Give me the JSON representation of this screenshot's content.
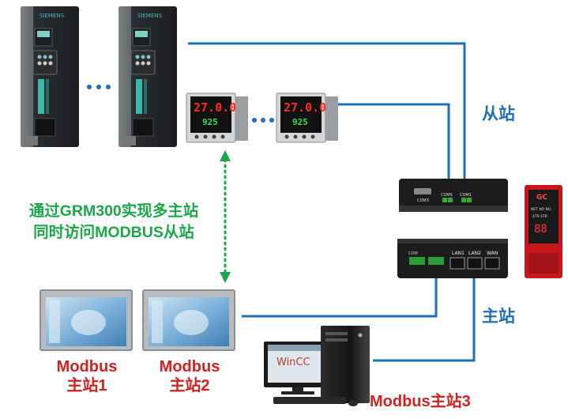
{
  "labels": {
    "slave_station": "从站",
    "master_station": "主站",
    "note_line1": "通过GRM300实现多主站",
    "note_line2": "同时访问MODBUS从站",
    "master1_line1": "Modbus",
    "master1_line2": "主站1",
    "master2_line1": "Modbus",
    "master2_line2": "主站2",
    "master3": "Modbus主站3"
  },
  "devices": {
    "drive_brand": "SIEMENS",
    "controller_pv": "27.0.0",
    "controller_sv": "925",
    "gateway_ports_top": [
      "COM3",
      "COM5",
      "COM1"
    ],
    "gateway_ports_bottom": [
      "LAN1",
      "LAN2",
      "WAN"
    ],
    "pc_screen_text": "WinCC",
    "indicator_brand": "GC",
    "indicator_leds": [
      "NET",
      "NO",
      "NG",
      "4TR",
      "STR"
    ]
  },
  "colors": {
    "link_blue": "#1f6fb8",
    "note_green": "#1aa84a",
    "master_red": "#d42020"
  }
}
